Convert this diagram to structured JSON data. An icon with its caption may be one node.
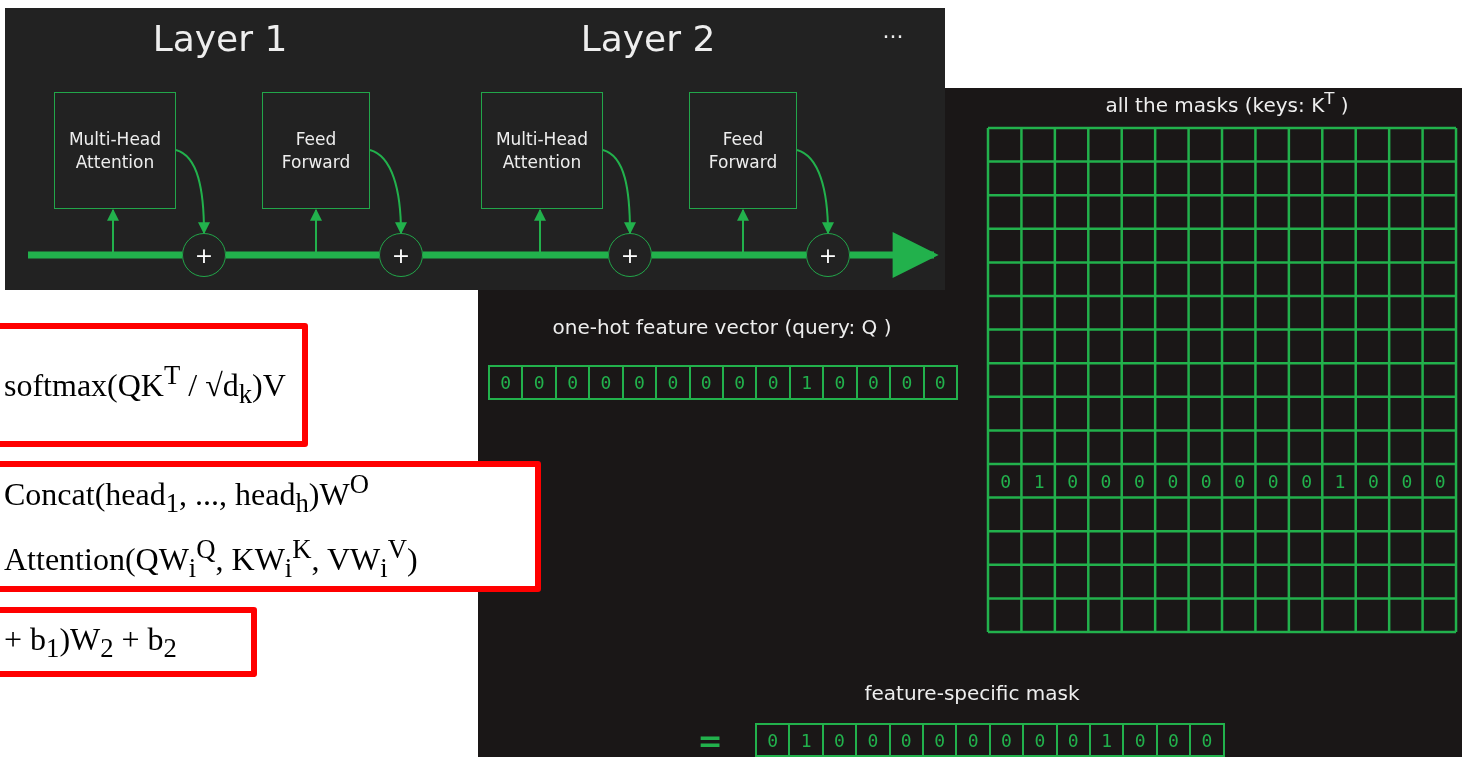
{
  "diagram": {
    "nodes": [
      {
        "text": [
          "Multi-Head Attention"
        ]
      },
      {
        "text": [
          "Feed Forward"
        ]
      },
      {
        "text": [
          "Multi-Head Attention"
        ]
      },
      {
        "text": [
          "Feed Forward"
        ]
      },
      {
        "text": [
          "+"
        ]
      },
      {
        "text": [
          "+"
        ]
      },
      {
        "text": [
          "+"
        ]
      },
      {
        "text": [
          "+"
        ]
      },
      {
        "text": [
          "softmax(QK$^{T}$ / √d$_{k}$)V"
        ]
      },
      {
        "text": [
          "Concat(head$_{1}$, ..., head$_{h}$)W$^{O}$",
          "Attention(QW$_{i}$$^{Q}$, KW$_{i}$$^{K}$, VW$_{i}$$^{V}$)"
        ]
      },
      {
        "text": [
          "+ b$_{1}$)W$_{2}$ + b$_{2}$"
        ]
      }
    ],
    "edges": [
      {
        "from": null,
        "to": 4,
        "arrow": "none",
        "style": "thick"
      },
      {
        "from": null,
        "to": 0,
        "arrow": "to"
      },
      {
        "from": 0,
        "to": 4,
        "arrow": "to"
      },
      {
        "from": 4,
        "to": 5,
        "arrow": "none",
        "style": "thick"
      },
      {
        "from": null,
        "to": 1,
        "arrow": "to"
      },
      {
        "from": 1,
        "to": 5,
        "arrow": "to"
      },
      {
        "from": 5,
        "to": 6,
        "arrow": "none",
        "style": "thick"
      },
      {
        "from": null,
        "to": 2,
        "arrow": "to"
      },
      {
        "from": 2,
        "to": 6,
        "arrow": "to"
      },
      {
        "from": 6,
        "to": 7,
        "arrow": "none",
        "style": "thick"
      },
      {
        "from": null,
        "to": 3,
        "arrow": "to"
      },
      {
        "from": 3,
        "to": 7,
        "arrow": "to"
      },
      {
        "from": 7,
        "to": null,
        "arrow": "to",
        "style": "thick"
      }
    ],
    "labels": [
      "Layer 1",
      "Layer 2",
      "...",
      "all the masks (keys: K$^{T}$ )",
      "one-hot feature vector (query: Q )",
      "0",
      "0",
      "0",
      "0",
      "0",
      "0",
      "0",
      "0",
      "0",
      "1",
      "0",
      "0",
      "0",
      "0",
      "0",
      "1",
      "0",
      "0",
      "0",
      "0",
      "0",
      "0",
      "0",
      "0",
      "1",
      "0",
      "0",
      "0",
      "feature-specific mask",
      "=",
      "0",
      "1",
      "0",
      "0",
      "0",
      "0",
      "0",
      "0",
      "0",
      "0",
      "1",
      "0",
      "0",
      "0"
    ]
  }
}
